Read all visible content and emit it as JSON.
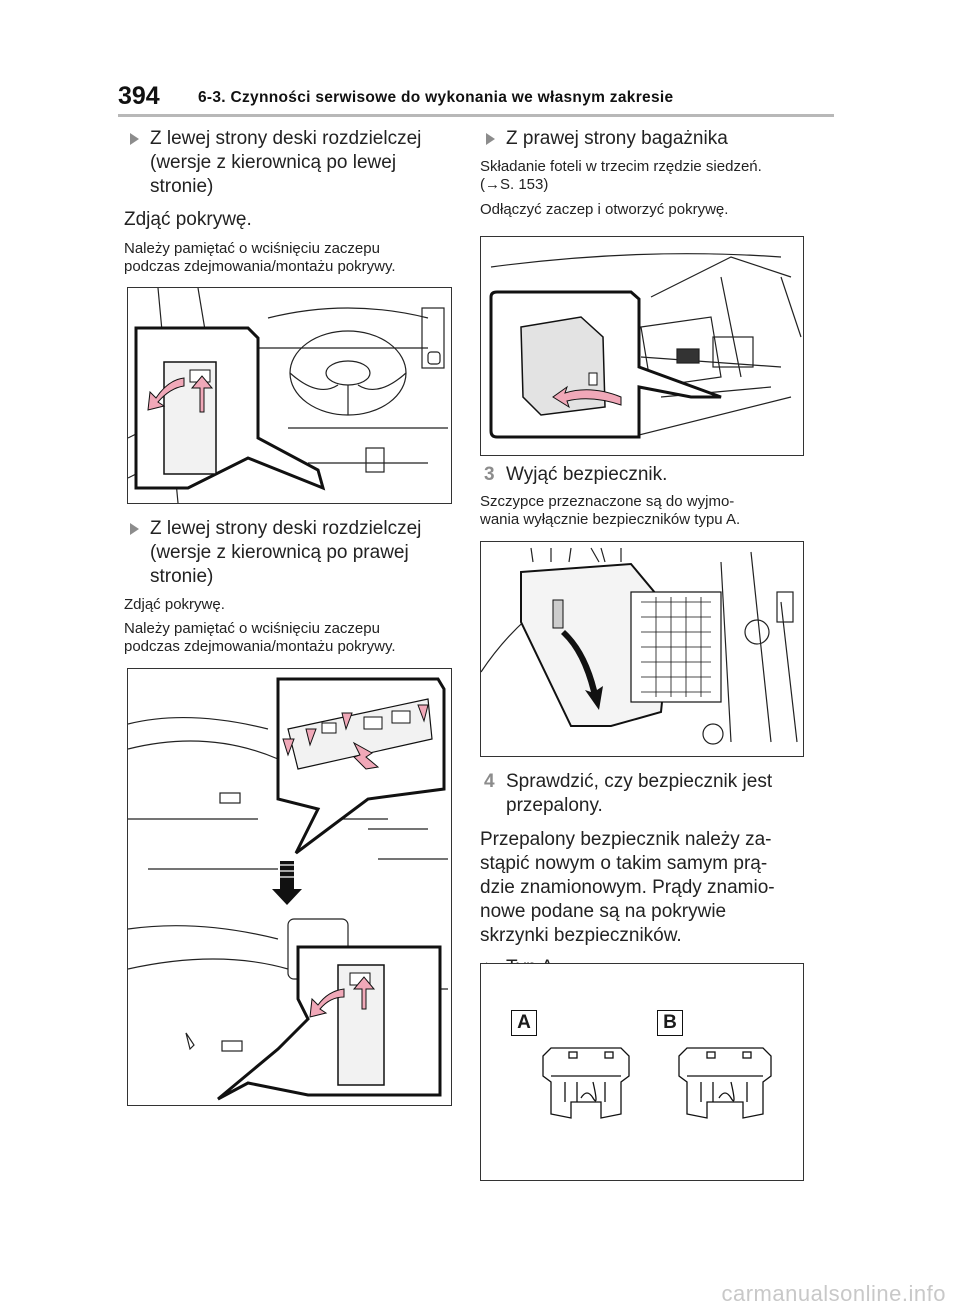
{
  "header": {
    "page_number": "394",
    "chapter": "6-3. Czynności serwisowe do wykonania we własnym zakresie"
  },
  "left": {
    "bullet1": [
      "Z lewej strony deski rozdzielczej",
      "(wersje z kierownicą po lewej",
      "stronie)"
    ],
    "action1": "Zdjąć pokrywę.",
    "note1": [
      "Należy pamiętać o wciśnięciu zaczepu",
      "podczas zdejmowania/montażu pokrywy."
    ],
    "bullet2": [
      "Z lewej strony deski rozdzielczej",
      "(wersje z kierownicą po prawej",
      "stronie)"
    ],
    "action2": "Zdjąć pokrywę.",
    "note2": [
      "Należy pamiętać o wciśnięciu zaczepu",
      "podczas zdejmowania/montażu pokrywy."
    ]
  },
  "right": {
    "bullet1": "Z prawej strony bagażnika",
    "text1": [
      "Składanie foteli w trzecim rzędzie siedzeń.",
      "(→S. 153)"
    ],
    "text2": "Odłączyć zaczep i otworzyć pokrywę.",
    "step3_num": "3",
    "step3": "Wyjąć bezpiecznik.",
    "step3_note": [
      "Szczypce przeznaczone są do wyjmo-",
      "wania wyłącznie bezpieczników typu A."
    ],
    "step4_num": "4",
    "step4": [
      "Sprawdzić, czy bezpiecznik jest",
      "przepalony."
    ],
    "step4_text": [
      "Przepalony bezpiecznik należy za-",
      "stąpić nowym o takim samym prą-",
      "dzie znamionowym. Prądy znamio-",
      "nowe podane są na pokrywie",
      "skrzynki bezpieczników."
    ],
    "bullet_typ": "Typ A",
    "label_a": "A",
    "label_b": "B"
  },
  "footer": "carmanualsonline.info",
  "colors": {
    "arrow_pink": "#f0a8b8",
    "marker_grey": "#8c8c8c"
  }
}
